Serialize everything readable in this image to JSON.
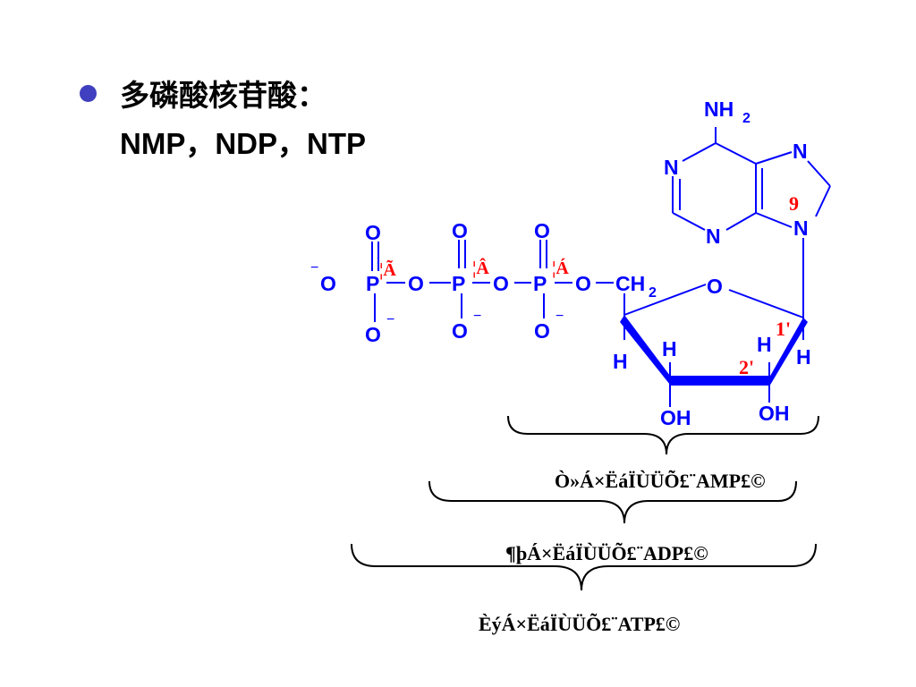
{
  "heading": {
    "line1": "多磷酸核苷酸：",
    "line2": "NMP，NDP，NTP"
  },
  "structure": {
    "amino_N": "NH",
    "amino_sub": "2",
    "ring_N": "N",
    "oxygen": "O",
    "phosphorus": "P",
    "carbon_CH": "CH",
    "ch_sub": "2",
    "hydrogen": "H",
    "hydroxyl": "OH",
    "charge_minus": "−"
  },
  "annotations": {
    "pos_9": "9",
    "pos_1p": "1'",
    "pos_2p": "2'",
    "gamma": "¦Ã",
    "beta": "¦Â",
    "alpha": "¦Á"
  },
  "captions": {
    "amp": "Ò»Á×ËáÏÙÜÕ£¨AMP£©",
    "adp": "¶þÁ×ËáÏÙÜÕ£¨ADP£©",
    "atp": "ÈýÁ×ËáÏÙÜÕ£¨ATP£©"
  },
  "colors": {
    "bullet": "#3f3fbf",
    "structure": "#0000ff",
    "annotation": "#ff0000",
    "text": "#000000"
  }
}
